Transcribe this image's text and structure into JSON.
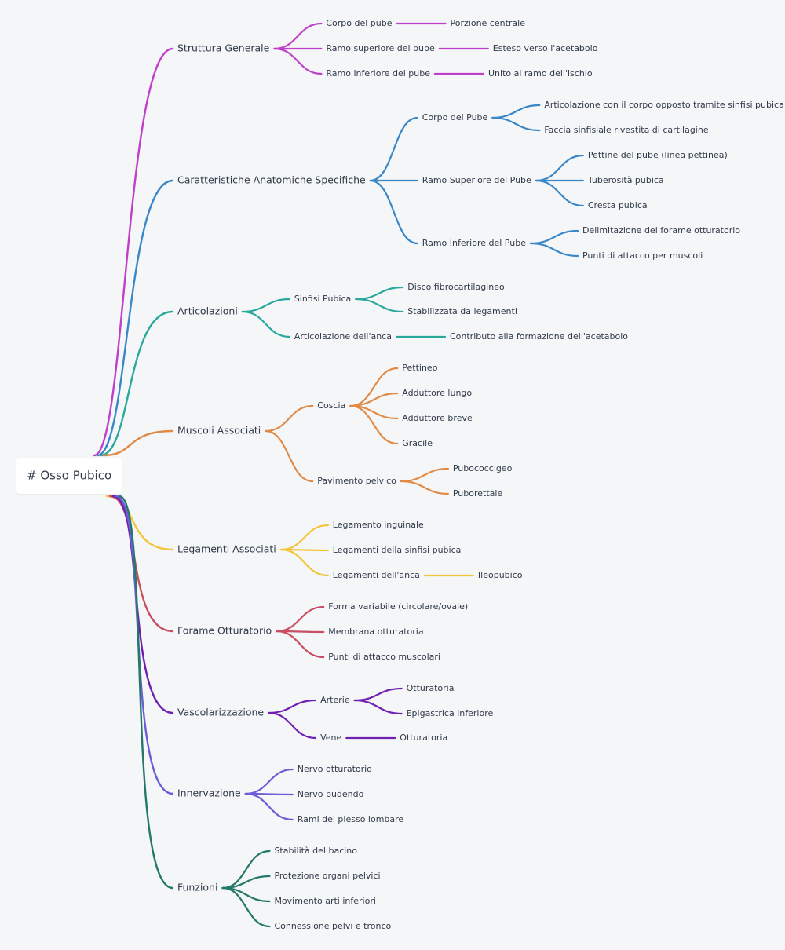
{
  "root": {
    "label": "# Osso Pubico"
  },
  "branches": [
    {
      "label": "Struttura Generale",
      "color": "#c03fca",
      "children": [
        {
          "label": "Corpo del pube",
          "children": [
            {
              "label": "Porzione centrale"
            }
          ]
        },
        {
          "label": "Ramo superiore del pube",
          "children": [
            {
              "label": "Esteso verso l'acetabolo"
            }
          ]
        },
        {
          "label": "Ramo inferiore del pube",
          "children": [
            {
              "label": "Unito al ramo dell'ischio"
            }
          ]
        }
      ]
    },
    {
      "label": "Caratteristiche Anatomiche Specifiche",
      "color": "#3a87c8",
      "children": [
        {
          "label": "Corpo del Pube",
          "children": [
            {
              "label": "Articolazione con il corpo opposto tramite sinfisi pubica"
            },
            {
              "label": "Faccia sinfisiale rivestita di cartilagine"
            }
          ]
        },
        {
          "label": "Ramo Superiore del Pube",
          "children": [
            {
              "label": "Pettine del pube (linea pettinea)"
            },
            {
              "label": "Tuberosità pubica"
            },
            {
              "label": "Cresta pubica"
            }
          ]
        },
        {
          "label": "Ramo Inferiore del Pube",
          "children": [
            {
              "label": "Delimitazione del forame otturatorio"
            },
            {
              "label": "Punti di attacco per muscoli"
            }
          ]
        }
      ]
    },
    {
      "label": "Articolazioni",
      "color": "#2aa89c",
      "children": [
        {
          "label": "Sinfisi Pubica",
          "children": [
            {
              "label": "Disco fibrocartilagineo"
            },
            {
              "label": "Stabilizzata da legamenti"
            }
          ]
        },
        {
          "label": "Articolazione dell'anca",
          "children": [
            {
              "label": "Contributo alla formazione dell'acetabolo"
            }
          ]
        }
      ]
    },
    {
      "label": "Muscoli Associati",
      "color": "#e08a45",
      "children": [
        {
          "label": "Coscia",
          "children": [
            {
              "label": "Pettineo"
            },
            {
              "label": "Adduttore lungo"
            },
            {
              "label": "Adduttore breve"
            },
            {
              "label": "Gracile"
            }
          ]
        },
        {
          "label": "Pavimento pelvico",
          "children": [
            {
              "label": "Pubococcigeo"
            },
            {
              "label": "Puborettale"
            }
          ]
        }
      ]
    },
    {
      "label": "Legamenti Associati",
      "color": "#f2c53a",
      "children": [
        {
          "label": "Legamento inguinale"
        },
        {
          "label": "Legamenti della sinfisi pubica"
        },
        {
          "label": "Legamenti dell'anca",
          "children": [
            {
              "label": "Ileopubico"
            }
          ]
        }
      ]
    },
    {
      "label": "Forame Otturatorio",
      "color": "#c84f63",
      "children": [
        {
          "label": "Forma variabile (circolare/ovale)"
        },
        {
          "label": "Membrana otturatoria"
        },
        {
          "label": "Punti di attacco muscolari"
        }
      ]
    },
    {
      "label": "Vascolarizzazione",
      "color": "#7020b0",
      "children": [
        {
          "label": "Arterie",
          "children": [
            {
              "label": "Otturatoria"
            },
            {
              "label": "Epigastrica inferiore"
            }
          ]
        },
        {
          "label": "Vene",
          "children": [
            {
              "label": "Otturatoria"
            }
          ]
        }
      ]
    },
    {
      "label": "Innervazione",
      "color": "#6b5fd6",
      "children": [
        {
          "label": "Nervo otturatorio"
        },
        {
          "label": "Nervo pudendo"
        },
        {
          "label": "Rami del plesso lombare"
        }
      ]
    },
    {
      "label": "Funzioni",
      "color": "#23786a",
      "children": [
        {
          "label": "Stabilità del bacino"
        },
        {
          "label": "Protezione organi pelvici"
        },
        {
          "label": "Movimento arti inferiori"
        },
        {
          "label": "Connessione pelvi e tronco"
        }
      ]
    }
  ]
}
